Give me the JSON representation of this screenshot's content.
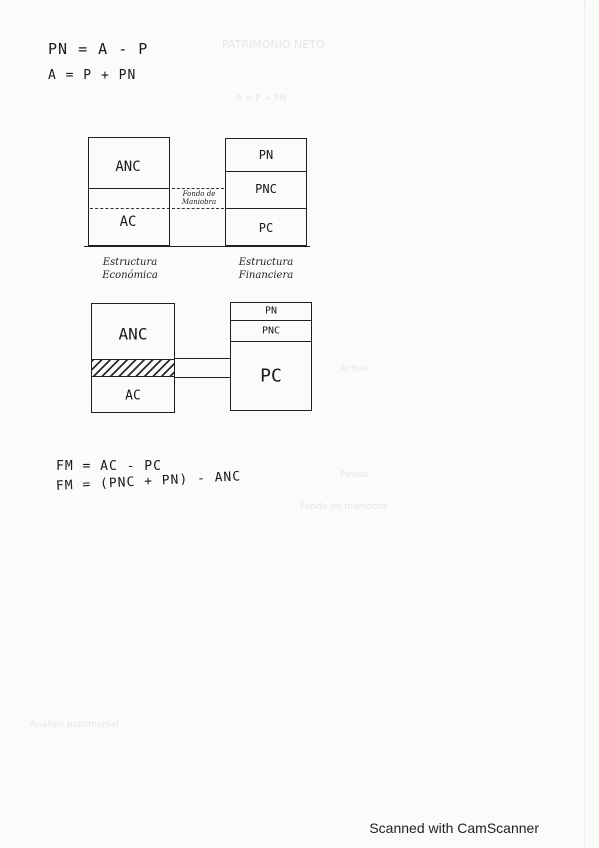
{
  "formulas_top": [
    "PN = A - P",
    "A = P + PN"
  ],
  "diagram1": {
    "left_blocks": [
      "ANC",
      "AC"
    ],
    "right_blocks": [
      "PN",
      "PNC",
      "PC"
    ],
    "middle_label": "Fondo de\nManiobra",
    "left_caption": "Estructura\nEconómica",
    "right_caption": "Estructura\nFinanciera"
  },
  "diagram2": {
    "left_blocks": [
      "ANC",
      "AC"
    ],
    "right_blocks": [
      "PN",
      "PNC",
      "PC"
    ]
  },
  "formulas_bottom": [
    "FM = AC - PC",
    "FM = (PNC + PN) - ANC"
  ],
  "watermark": "Scanned with CamScanner",
  "bleed_through": [
    "PATRIMONIO NETO",
    "A = P + PN",
    "Activo",
    "Pasivo",
    "Fondo de maniobra",
    "Análisis patrimonial"
  ]
}
